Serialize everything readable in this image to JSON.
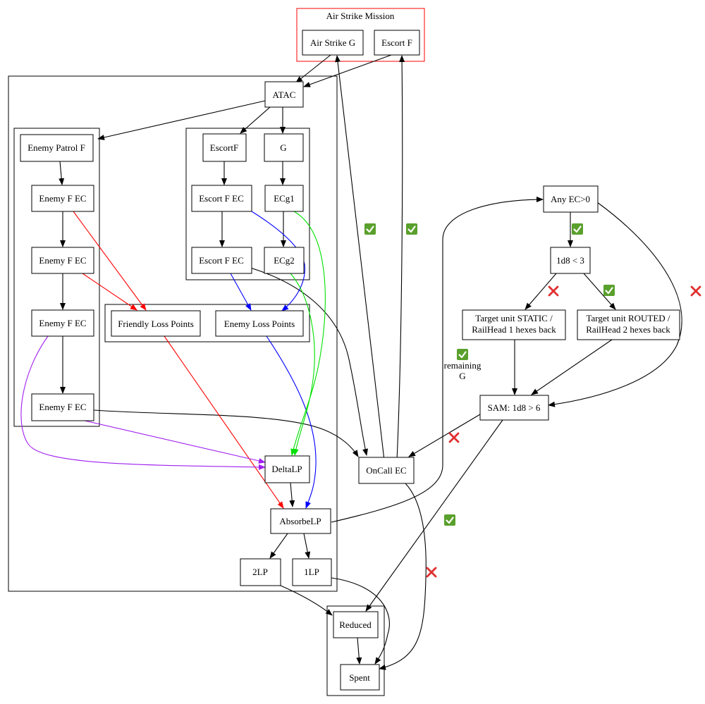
{
  "colors": {
    "mission_border": "#ff0000",
    "edge_black": "#000000",
    "edge_red": "#ff0000",
    "edge_blue": "#0000ff",
    "edge_green": "#00e000",
    "edge_purple": "#a020f0",
    "check_green": "#5aa02c",
    "cross_red": "#e03030"
  },
  "clusters": {
    "mission_title": "Air Strike Mission"
  },
  "nodes": {
    "air_strike_g": "Air Strike G",
    "escort_f": "Escort F",
    "atac": "ATAC",
    "enemy_patrol_f": "Enemy Patrol F",
    "enemy_f_ec_1": "Enemy F EC",
    "enemy_f_ec_2": "Enemy F EC",
    "enemy_f_ec_3": "Enemy F EC",
    "enemy_f_ec_4": "Enemy F EC",
    "escortf": "EscortF",
    "g": "G",
    "escort_f_ec_1": "Escort F EC",
    "ecg1": "ECg1",
    "escort_f_ec_2": "Escort F EC",
    "ecg2": "ECg2",
    "friendly_loss_points": "Friendly Loss Points",
    "enemy_loss_points": "Enemy Loss Points",
    "delta_lp": "DeltaLP",
    "absorbe_lp": "AbsorbeLP",
    "two_lp": "2LP",
    "one_lp": "1LP",
    "oncall_ec": "OnCall EC",
    "any_ec": "Any EC>0",
    "d8_lt_3": "1d8 < 3",
    "target_static_1": "Target unit STATIC /",
    "target_static_2": "RailHead 1 hexes back",
    "target_routed_1": "Target unit ROUTED /",
    "target_routed_2": "RailHead 2 hexes back",
    "sam": "SAM: 1d8 > 6",
    "reduced": "Reduced",
    "spent": "Spent"
  },
  "labels": {
    "remaining": "remaining",
    "remaining_g": "G"
  },
  "icons": {
    "success": "check-mark-icon",
    "failure": "cross-mark-icon"
  }
}
